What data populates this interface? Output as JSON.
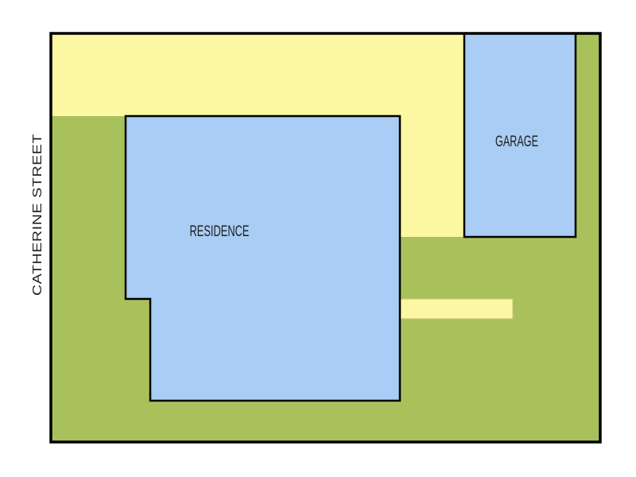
{
  "plan": {
    "street_label": "CATHERINE STREET",
    "residence_label": "RESIDENCE",
    "garage_label": "GARAGE"
  },
  "colors": {
    "lawn": "#a9c15a",
    "paving": "#fbf7a3",
    "building": "#a9cdf4",
    "outline": "#000000",
    "background": "#ffffff"
  }
}
